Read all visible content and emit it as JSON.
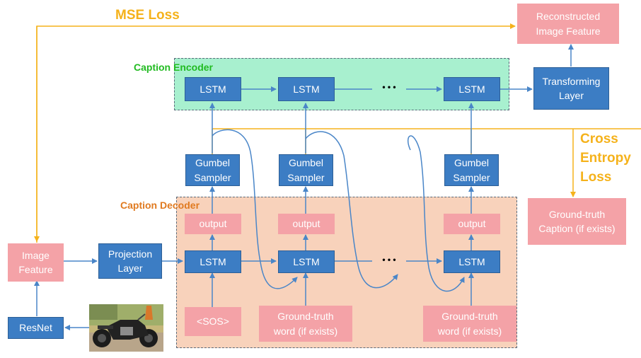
{
  "title": "MSE Loss",
  "caption_encoder": {
    "label": "Caption Encoder",
    "lstm1": "LSTM",
    "lstm2": "LSTM",
    "ellipsis": "• • •",
    "lstm3": "LSTM",
    "transform": "Transforming\nLayer"
  },
  "reconstructed": "Reconstructed\nImage Feature",
  "gumbel": {
    "g1": "Gumbel\nSampler",
    "g2": "Gumbel\nSampler",
    "g3": "Gumbel\nSampler"
  },
  "cross_entropy": "Cross\nEntropy\nLoss",
  "ground_truth_caption": "Ground-truth\nCaption (if exists)",
  "caption_decoder": {
    "label": "Caption Decoder",
    "out1": "output",
    "out2": "output",
    "out3": "output",
    "lstm1": "LSTM",
    "lstm2": "LSTM",
    "ellipsis": "• • •",
    "lstm3": "LSTM",
    "sos": "<SOS>",
    "gt_word1": "Ground-truth\nword (if exists)",
    "gt_word2": "Ground-truth\nword (if exists)"
  },
  "image_feature": "Image\nFeature",
  "projection": "Projection\nLayer",
  "resnet": "ResNet",
  "colors": {
    "blue": "#3c7dc4",
    "pink": "#f4a2a7",
    "orange": "#f5b21b",
    "green_label": "#22bb22",
    "orange_label": "#e07a20"
  }
}
